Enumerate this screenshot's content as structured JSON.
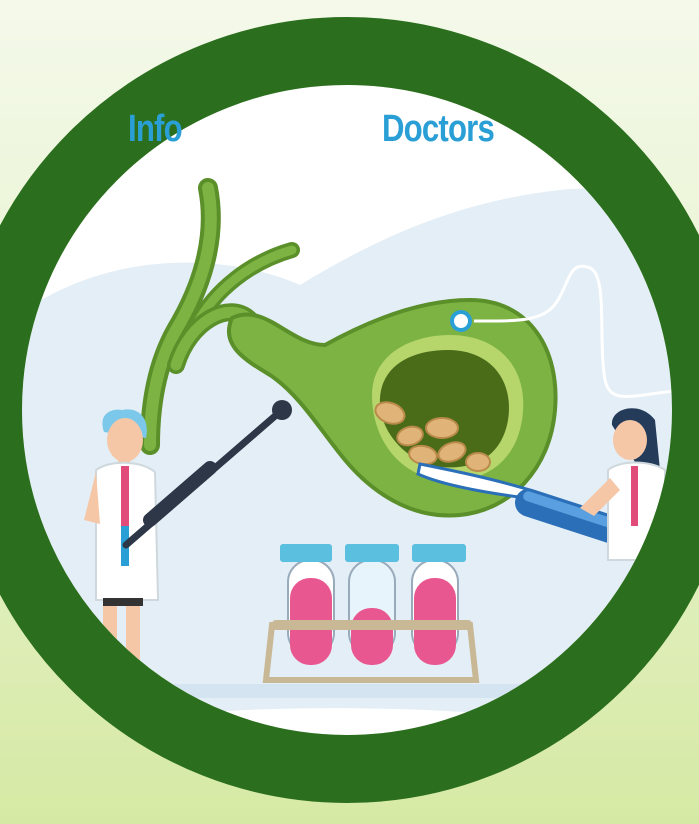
{
  "nav": {
    "info_label": "Info",
    "doctors_label": "Doctors"
  },
  "colors": {
    "accent": "#2a9fd6",
    "ring": "#2b6f1e",
    "gallbladder": "#7cb342",
    "gallbladder_dark": "#5a8f2a",
    "stones": "#e0b478",
    "test_tube_fluid": "#e8578f",
    "background_top": "#f4f9ea",
    "background_bottom": "#d6e9a4"
  },
  "illustration": {
    "subject": "gallbladder-with-gallstones",
    "figures": [
      "doctor-with-probe",
      "doctor-with-scoop"
    ],
    "objects": [
      "test-tube-rack",
      "gallstones",
      "probe",
      "scoop",
      "tube-cable"
    ]
  }
}
